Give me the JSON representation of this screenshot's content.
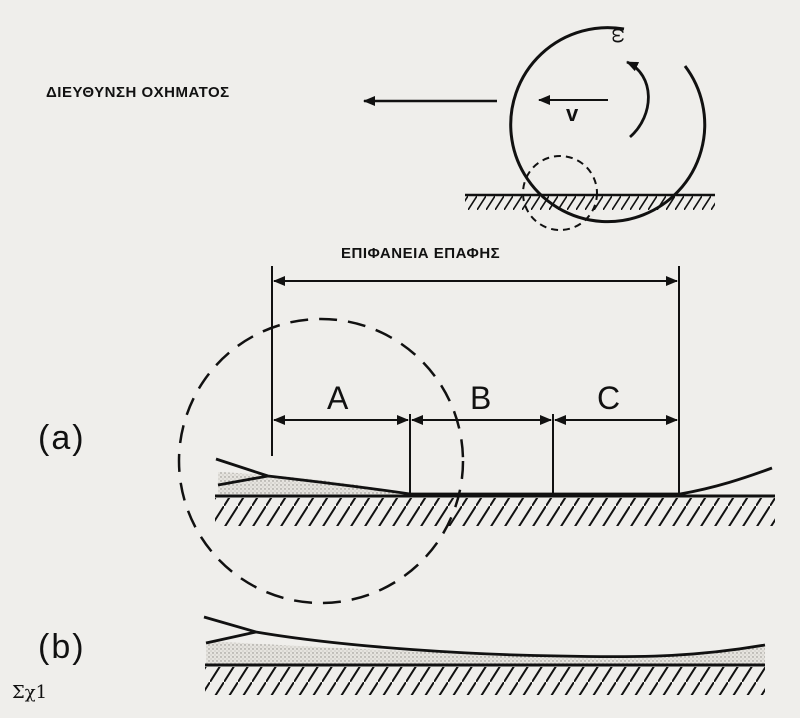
{
  "diagram": {
    "direction_label": "ΔΙΕΥΘΥΝΣΗ ΟΧΗΜΑΤΟΣ",
    "velocity_symbol": "v",
    "angular_symbol": "ω",
    "contact_area_label": "ΕΠΙΦΑΝΕΙΑ ΕΠΑΦΗΣ",
    "zones": [
      {
        "label": "A"
      },
      {
        "label": "B"
      },
      {
        "label": "C"
      }
    ],
    "cases": [
      {
        "label": "(a)"
      },
      {
        "label": "(b)"
      }
    ],
    "figure_ref": "Σχ1"
  },
  "colors": {
    "ink": "#111111",
    "paper": "#efeeeb",
    "film": "#d9d7d2"
  }
}
